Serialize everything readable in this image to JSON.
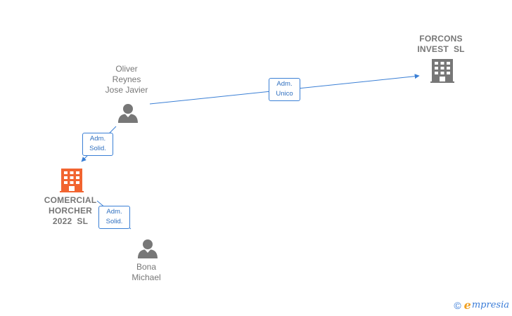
{
  "colors": {
    "edge": "#3a7fd5",
    "person_icon": "#777777",
    "company_icon": "#777777",
    "main_company_icon": "#f26430",
    "label_text": "#777777"
  },
  "nodes": {
    "forcons": {
      "line1": "FORCONS",
      "line2": "INVEST  SL",
      "icon": "building-icon"
    },
    "oliver": {
      "line1": "Oliver",
      "line2": "Reynes",
      "line3": "Jose Javier",
      "icon": "person-icon"
    },
    "comercial": {
      "line1": "COMERCIAL",
      "line2": "HORCHER",
      "line3": "2022  SL",
      "icon": "building-icon"
    },
    "bona": {
      "line1": "Bona",
      "line2": "Michael",
      "icon": "person-icon"
    }
  },
  "relations": {
    "oliver_forcons": {
      "line1": "Adm.",
      "line2": "Unico"
    },
    "oliver_comercial": {
      "line1": "Adm.",
      "line2": "Solid."
    },
    "bona_comercial": {
      "line1": "Adm.",
      "line2": "Solid."
    }
  },
  "footer": {
    "copyright_symbol": "©",
    "brand_initial": "e",
    "brand_rest": "mpresia"
  }
}
